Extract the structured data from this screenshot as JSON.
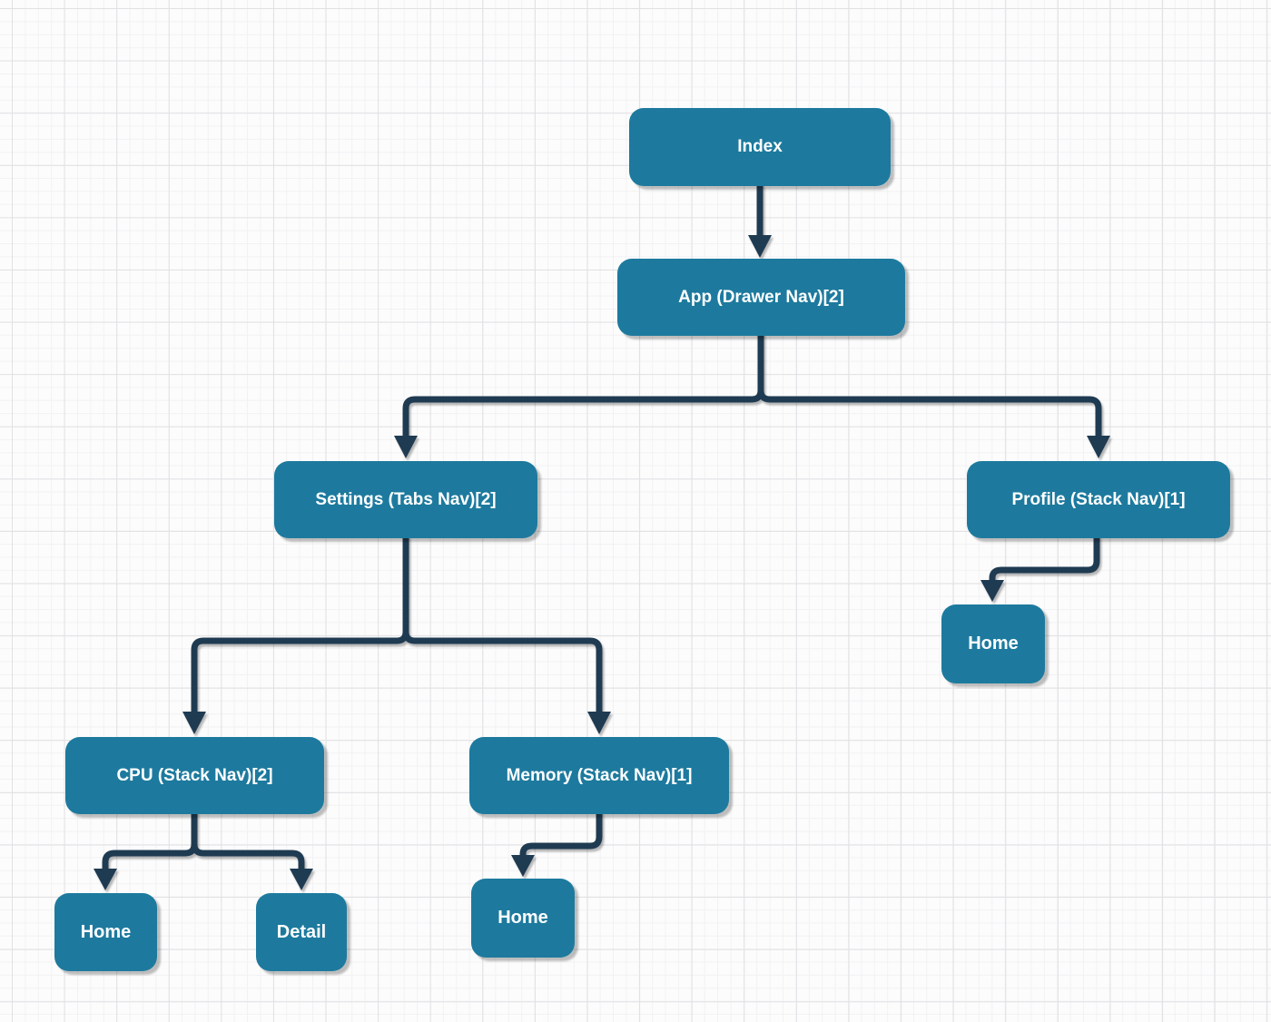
{
  "diagram": {
    "nodes": {
      "index": {
        "label": "Index"
      },
      "app": {
        "label": "App (Drawer Nav)[2]"
      },
      "settings": {
        "label": "Settings (Tabs Nav)[2]"
      },
      "profile": {
        "label": "Profile (Stack Nav)[1]"
      },
      "cpu": {
        "label": "CPU (Stack Nav)[2]"
      },
      "memory": {
        "label": "Memory (Stack Nav)[1]"
      },
      "cpu_home": {
        "label": "Home"
      },
      "cpu_detail": {
        "label": "Detail"
      },
      "memory_home": {
        "label": "Home"
      },
      "profile_home": {
        "label": "Home"
      }
    },
    "edges": [
      {
        "from": "index",
        "to": "app"
      },
      {
        "from": "app",
        "to": "settings"
      },
      {
        "from": "app",
        "to": "profile"
      },
      {
        "from": "settings",
        "to": "cpu"
      },
      {
        "from": "settings",
        "to": "memory"
      },
      {
        "from": "cpu",
        "to": "cpu_home"
      },
      {
        "from": "cpu",
        "to": "cpu_detail"
      },
      {
        "from": "memory",
        "to": "memory_home"
      },
      {
        "from": "profile",
        "to": "profile_home"
      }
    ],
    "colors": {
      "node_fill": "#1d7a9e",
      "node_text": "#ffffff",
      "edge": "#1f3b52"
    }
  }
}
